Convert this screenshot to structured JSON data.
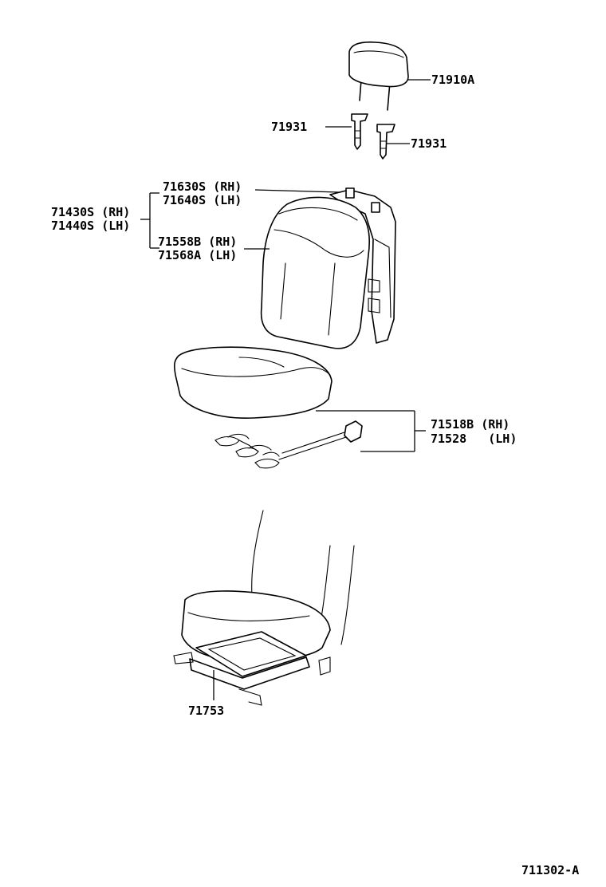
{
  "diagram_id": "711302-A",
  "callouts": {
    "headrest": "71910A",
    "support_left": "71931",
    "support_right": "71931",
    "seatback_assy_rh": "71430S (RH)",
    "seatback_assy_lh": "71440S (LH)",
    "seatback_frame_rh": "71630S (RH)",
    "seatback_frame_lh": "71640S (LH)",
    "seatback_cover_rh": "71558B (RH)",
    "seatback_cover_lh": "71568A (LH)",
    "cushion_spring_rh": "71518B (RH)",
    "cushion_spring_lh": "71528   (LH)",
    "seat_adjuster": "71753"
  }
}
